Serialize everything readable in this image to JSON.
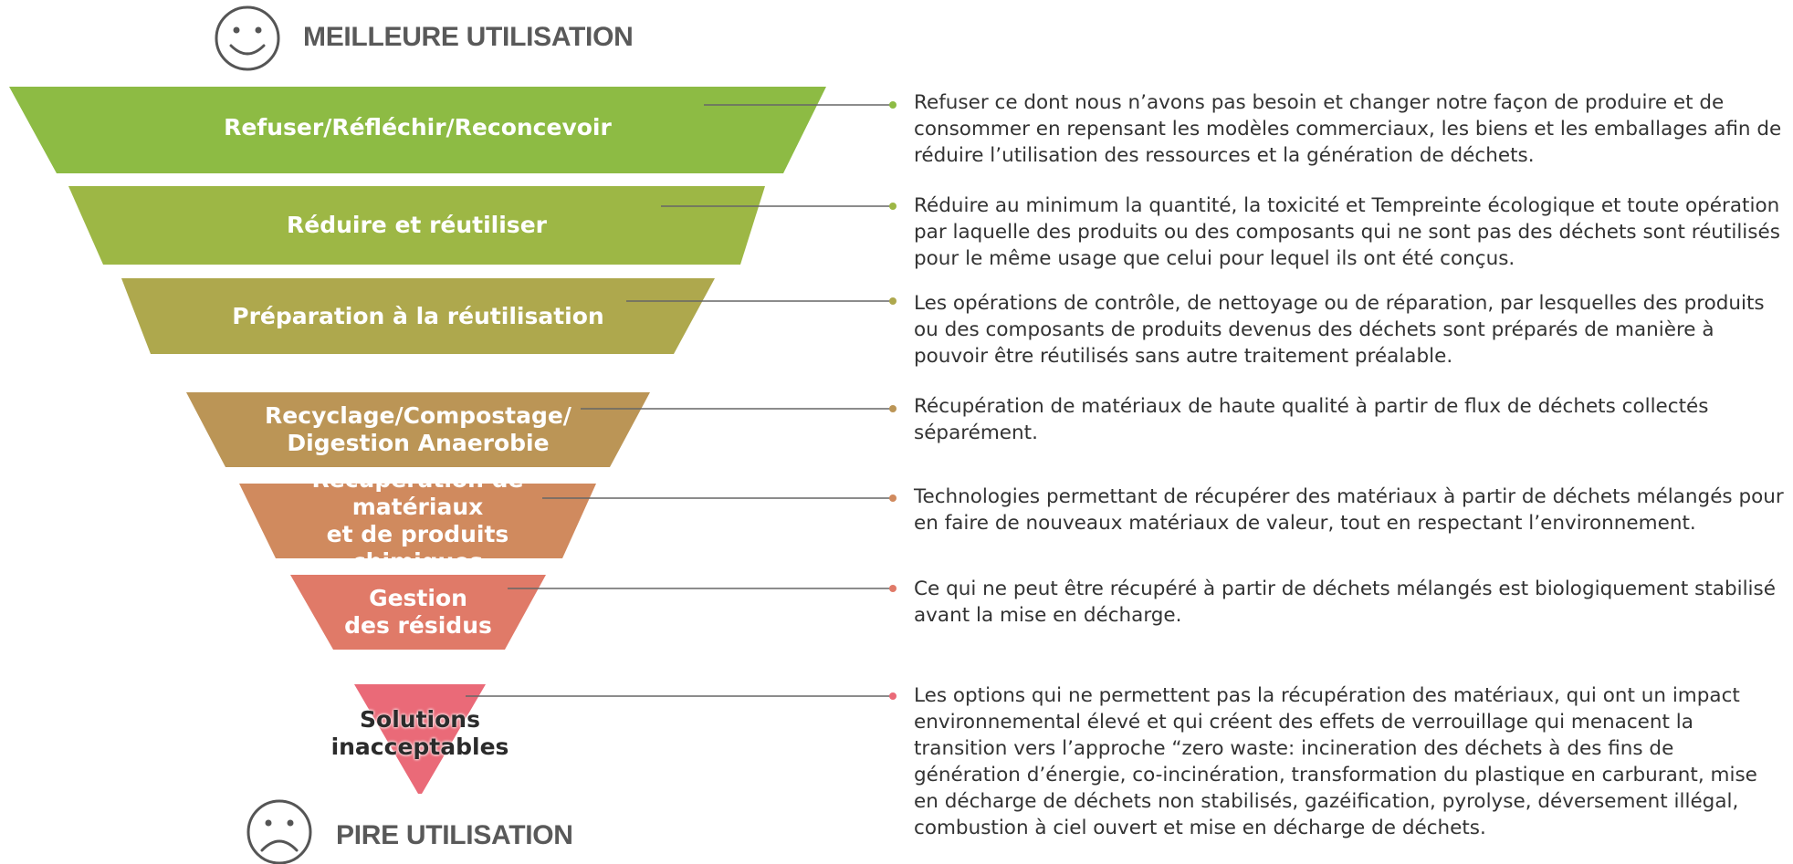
{
  "header_top": {
    "label": "MEILLEURE UTILISATION",
    "icon": "smiley-face-icon"
  },
  "header_bottom": {
    "label": "PIRE UTILISATION",
    "icon": "sad-face-icon"
  },
  "tiers": [
    {
      "line1": "Refuser/Réfléchir/Reconcevoir",
      "line2": "",
      "color": "#8dbb44",
      "description": "Refuser ce dont nous n’avons pas besoin et changer notre façon de produire et de consommer en repensant les modèles commerciaux, les biens et les emballages afin de réduire l’utilisation des ressources et la génération de déchets."
    },
    {
      "line1": "Réduire et réutiliser",
      "line2": "",
      "color": "#9db745",
      "description": "Réduire au minimum la quantité, la toxicité et Tempreinte écologique et toute opération par laquelle des produits ou des composants qui ne sont pas des déchets sont réutilisés pour le même usage que celui pour lequel ils ont été conçus."
    },
    {
      "line1": "Préparation à la réutilisation",
      "line2": "",
      "color": "#aea84d",
      "description": "Les opérations de contrôle, de nettoyage ou de réparation, par lesquelles des produits ou des composants de produits devenus des déchets sont préparés de manière à pouvoir être réutilisés sans autre traitement préalable."
    },
    {
      "line1": "Recyclage/Compostage/",
      "line2": "Digestion Anaerobie",
      "color": "#bb9556",
      "description": "Récupération de matériaux de haute qualité à partir de flux de déchets collectés séparément."
    },
    {
      "line1": "Récupération de matériaux",
      "line2": "et de produits chimiques",
      "color": "#d08a5e",
      "description": "Technologies permettant de récupérer des matériaux à partir de déchets mélangés pour en faire de nouveaux matériaux de valeur, tout en respectant l’environnement."
    },
    {
      "line1": "Gestion",
      "line2": "des résidus",
      "color": "#e07a68",
      "description": "Ce qui ne peut être récupéré à partir de déchets mélangés est biologiquement stabilisé avant la mise en décharge."
    },
    {
      "line1": "Solutions",
      "line2": "inacceptables",
      "color": "#ea6a78",
      "description": "Les options qui ne permettent pas la récupération des matériaux, qui ont un impact environnemental élevé et qui créent des effets de verrouillage qui menacent la transition vers l’approche “zero waste: incineration des déchets à des fins de génération d’énergie, co-incinération, transformation du plastique en carburant, mise en décharge de déchets non stabilisés, gazéification, pyrolyse, déversement illégal, combustion à ciel ouvert et mise en décharge de déchets."
    }
  ]
}
